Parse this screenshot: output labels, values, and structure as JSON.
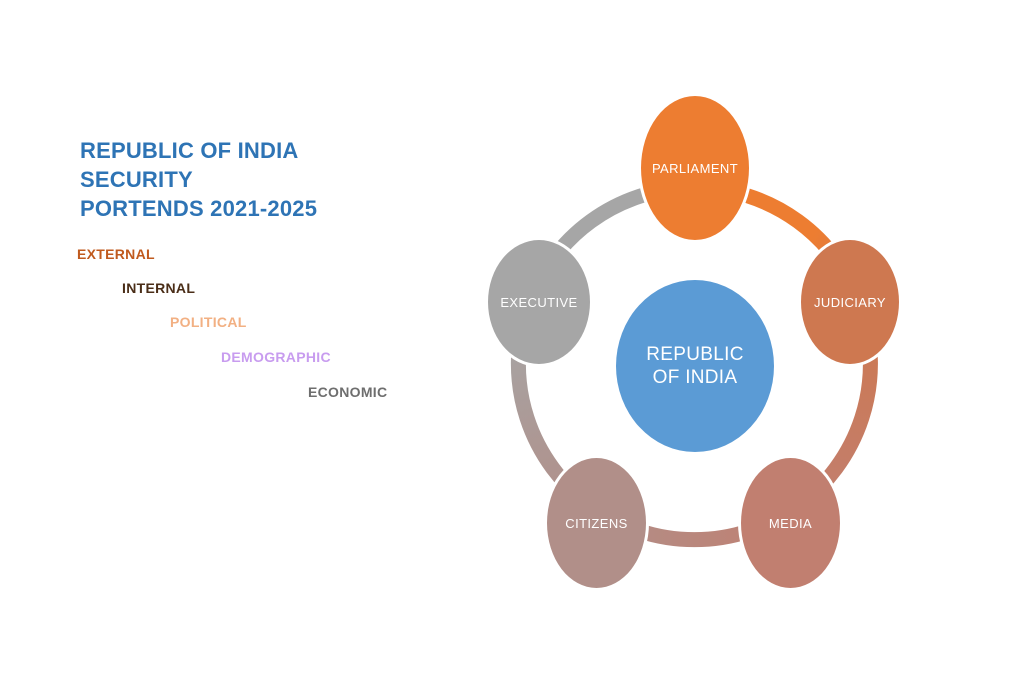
{
  "slide": {
    "background_color": "#FFFFFF",
    "title": {
      "line1": "REPUBLIC OF INDIA SECURITY",
      "line2": "PORTENDS 2021-2025",
      "color": "#2E74B5"
    },
    "categories": [
      {
        "label": "EXTERNAL",
        "color": "#C05A1E"
      },
      {
        "label": "INTERNAL",
        "color": "#4A2D17"
      },
      {
        "label": "POLITICAL",
        "color": "#F2B083"
      },
      {
        "label": "DEMOGRAPHIC",
        "color": "#C89CEF"
      },
      {
        "label": "ECONOMIC",
        "color": "#6E6E6E"
      }
    ],
    "diagram": {
      "center": {
        "line1": "REPUBLIC",
        "line2": "OF INDIA",
        "color": "#5B9BD5",
        "text_color": "#FFFFFF"
      },
      "nodes": [
        {
          "label": "PARLIAMENT",
          "color": "#ED7D31",
          "position": "top"
        },
        {
          "label": "JUDICIARY",
          "color": "#CE7850",
          "position": "right"
        },
        {
          "label": "MEDIA",
          "color": "#C17F70",
          "position": "bottom-right"
        },
        {
          "label": "CITIZENS",
          "color": "#B18F89",
          "position": "bottom-left"
        },
        {
          "label": "EXECUTIVE",
          "color": "#A6A6A6",
          "position": "left"
        }
      ],
      "node_text_color": "#FFFFFF"
    }
  }
}
